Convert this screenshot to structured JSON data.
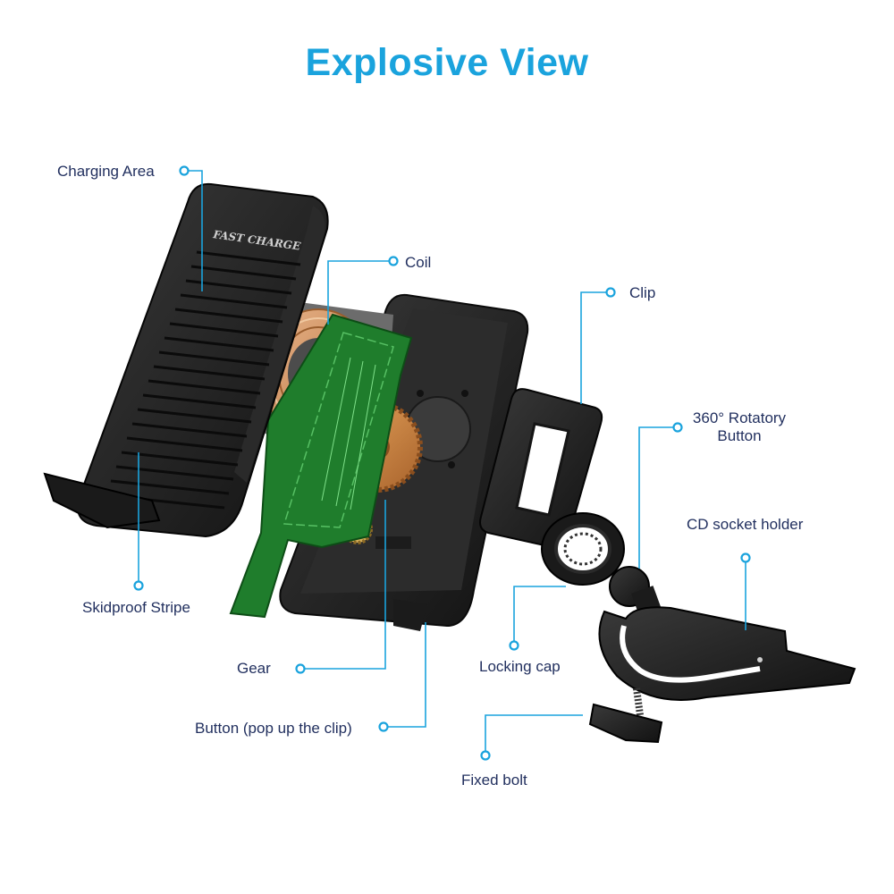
{
  "title": "Explosive View",
  "accent_color": "#1aa3dd",
  "label_color": "#22305f",
  "product_mark": "FAST CHARGE",
  "labels": {
    "charging_area": "Charging  Area",
    "coil": "Coil",
    "clip": "Clip",
    "rotatory_button_line1": "360°  Rotatory",
    "rotatory_button_line2": "Button",
    "cd_socket_holder": "CD socket  holder",
    "skidproof_stripe": "Skidproof Stripe",
    "gear": "Gear",
    "locking_cap": "Locking cap",
    "button_pop_up": "Button (pop up the clip)",
    "fixed_bolt": "Fixed bolt"
  },
  "icons": [
    "callout-dot-icon"
  ]
}
